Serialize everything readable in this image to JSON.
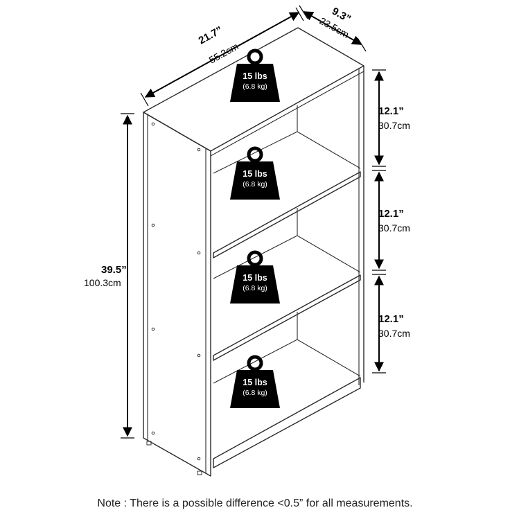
{
  "dimensions": {
    "width": {
      "imperial": "21.7”",
      "metric": "55.2cm"
    },
    "depth": {
      "imperial": "9.3”",
      "metric": "23.5cm"
    },
    "height": {
      "imperial": "39.5”",
      "metric": "100.3cm"
    },
    "shelf_gaps": [
      {
        "imperial": "12.1”",
        "metric": "30.7cm"
      },
      {
        "imperial": "12.1”",
        "metric": "30.7cm"
      },
      {
        "imperial": "12.1”",
        "metric": "30.7cm"
      }
    ]
  },
  "weights": [
    {
      "lbs": "15 lbs",
      "kg": "(6.8 kg)"
    },
    {
      "lbs": "15 lbs",
      "kg": "(6.8 kg)"
    },
    {
      "lbs": "15 lbs",
      "kg": "(6.8 kg)"
    },
    {
      "lbs": "15 lbs",
      "kg": "(6.8 kg)"
    }
  ],
  "note": "Note : There is a possible difference <0.5” for all measurements."
}
